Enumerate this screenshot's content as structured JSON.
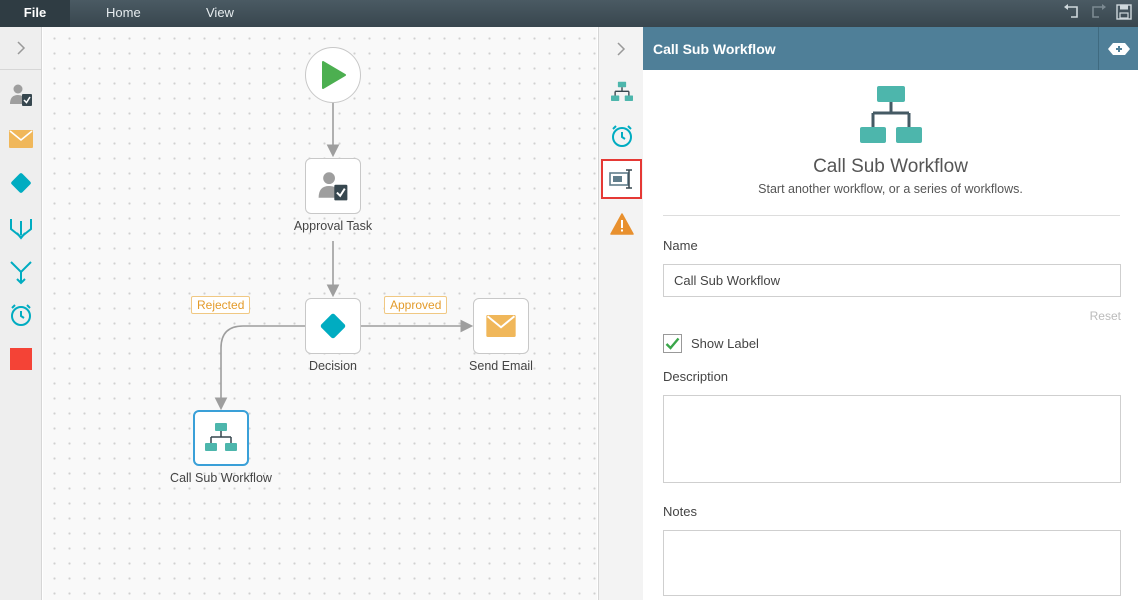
{
  "menubar": {
    "file": "File",
    "home": "Home",
    "view": "View"
  },
  "toolbox": {
    "tools": [
      "user-task-icon",
      "email-icon",
      "decision-icon",
      "merge-icon",
      "split-icon",
      "timer-icon",
      "stop-icon"
    ]
  },
  "canvas": {
    "nodes": {
      "approval_task": "Approval Task",
      "decision": "Decision",
      "send_email": "Send Email",
      "call_sub_workflow": "Call Sub Workflow"
    },
    "tags": {
      "rejected": "Rejected",
      "approved": "Approved"
    }
  },
  "panel": {
    "header_title": "Call Sub Workflow",
    "hero_title": "Call Sub Workflow",
    "hero_desc": "Start another workflow, or a series of workflows.",
    "name_label": "Name",
    "name_value": "Call Sub Workflow",
    "reset_label": "Reset",
    "show_label": "Show Label",
    "show_label_checked": true,
    "description_label": "Description",
    "description_value": "",
    "notes_label": "Notes",
    "notes_value": ""
  },
  "colors": {
    "menubar": "#3f4e56",
    "panel_header": "#4f7f98",
    "teal": "#4db6ac",
    "decision": "#00acc1",
    "email": "#f0b75a",
    "start": "#4caf50",
    "warning": "#e8902e",
    "stop": "#f44336",
    "selected_border": "#3aa0d8",
    "tag": "#e39b2b"
  }
}
